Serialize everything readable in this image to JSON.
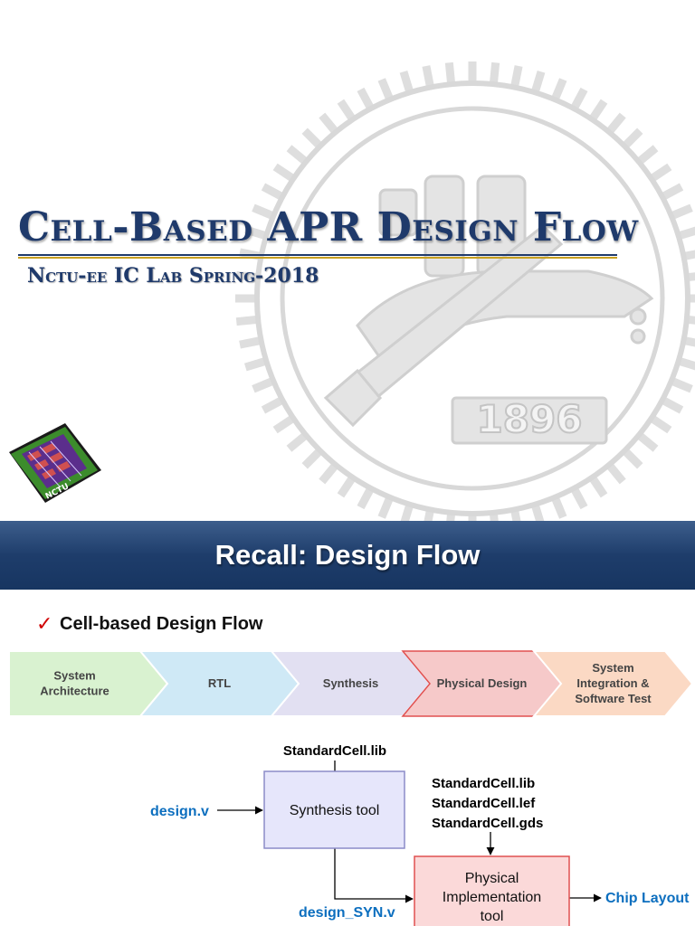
{
  "slide1": {
    "title": "Cell-Based APR Design Flow",
    "subtitle": "Nctu-ee IC Lab Spring-2018",
    "seal_year": "1896",
    "chip_text": "NCTU",
    "colors": {
      "title": "#1f3a6b",
      "accent": "#c8a020",
      "seal": "#dcdcdc"
    }
  },
  "slide2": {
    "banner_title": "Recall: Design Flow",
    "checklist_item": "Cell-based Design Flow",
    "check_icon": "checkmark-icon",
    "flow_stages": [
      {
        "label": "System\nArchitecture",
        "color": "#d9f2d0"
      },
      {
        "label": "RTL",
        "color": "#cfe9f6"
      },
      {
        "label": "Synthesis",
        "color": "#e2e0f2"
      },
      {
        "label": "Physical Design",
        "color": "#f6c9c9"
      },
      {
        "label": "System\nIntegration &\nSoftware Test",
        "color": "#fbd9c4"
      }
    ],
    "diagram": {
      "synthesis_input_lib": "StandardCell.lib",
      "design_input": "design.v",
      "synthesis_tool": "Synthesis tool",
      "synth_output": "design_SYN.v",
      "physical_inputs": [
        "StandardCell.lib",
        "StandardCell.lef",
        "StandardCell.gds"
      ],
      "physical_tool": "Physical\nImplementation\ntool",
      "output": "Chip Layout"
    },
    "colors": {
      "banner": "#1e3d6b",
      "check": "#d00000",
      "blue_text": "#0d6fbf",
      "synthesis_box": "#e6e6fb",
      "physical_box": "#fbd9d9",
      "physical_border": "#e05050"
    }
  }
}
